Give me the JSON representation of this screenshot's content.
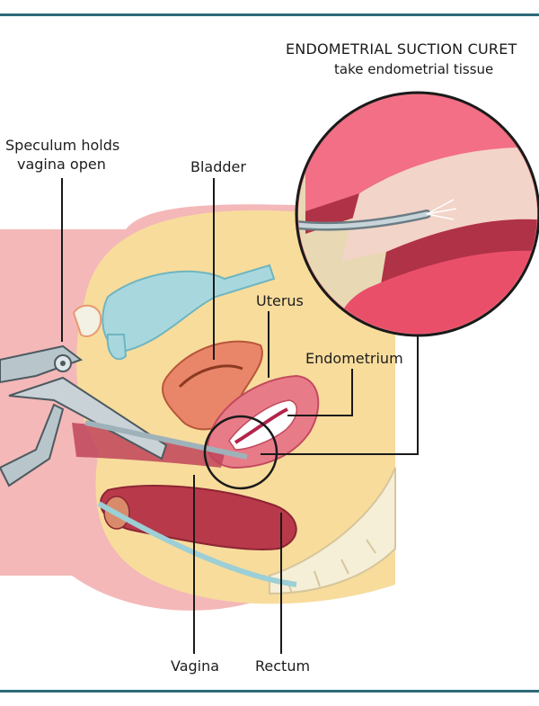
{
  "diagram": {
    "title": "ENDOMETRIAL SUCTION CURET",
    "subtitle": "take endometrial tissue",
    "labels": {
      "speculum_line1": "Speculum holds",
      "speculum_line2": "vagina open",
      "bladder": "Bladder",
      "uterus": "Uterus",
      "endometrium": "Endometrium",
      "vagina": "Vagina",
      "rectum": "Rectum"
    },
    "colors": {
      "frame": "#2e6a78",
      "skin": "#f4b8b8",
      "fat": "#f8dc9c",
      "tissue": "#e87b88",
      "endometrium": "#ea4f6a",
      "bladder": "#a8d8de",
      "instrument": "#b8c6cc"
    }
  }
}
